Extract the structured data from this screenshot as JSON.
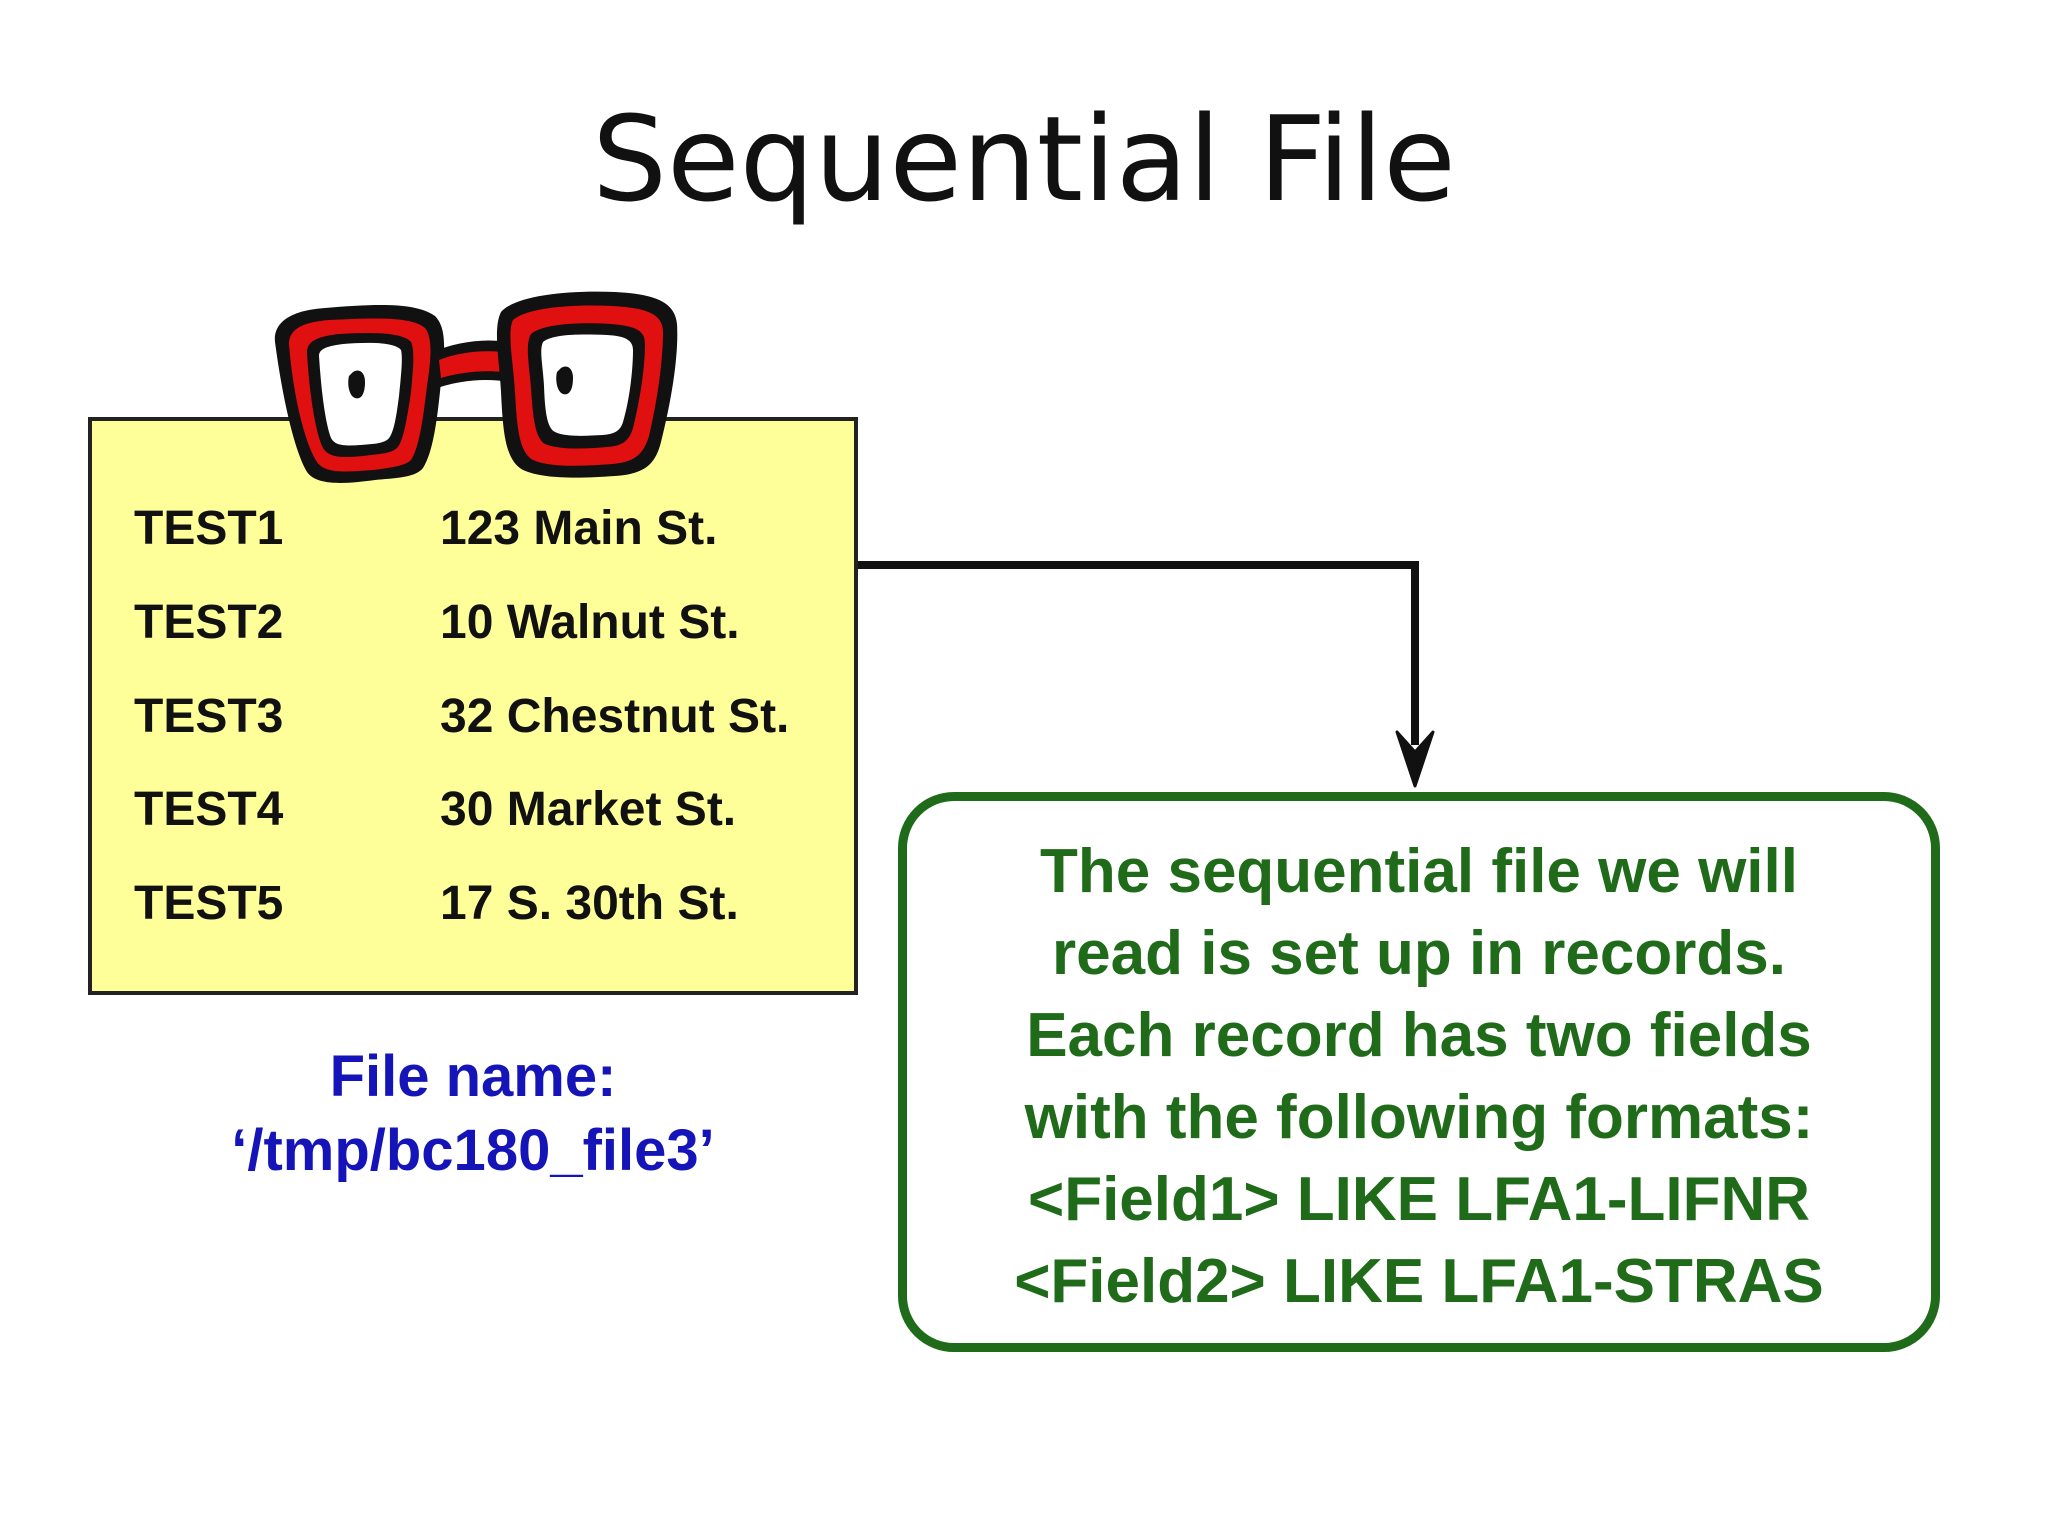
{
  "title": "Sequential File",
  "records": [
    {
      "field1": "TEST1",
      "field2": "123 Main St."
    },
    {
      "field1": "TEST2",
      "field2": "10 Walnut St."
    },
    {
      "field1": "TEST3",
      "field2": "32 Chestnut St."
    },
    {
      "field1": "TEST4",
      "field2": "30 Market St."
    },
    {
      "field1": "TEST5",
      "field2": "17 S. 30th St."
    }
  ],
  "file_name": {
    "label": "File name:",
    "value": "‘/tmp/bc180_file3’"
  },
  "callout": {
    "lines": [
      "The sequential file we will",
      "read is set up in records.",
      "Each record has two fields",
      "with the following formats:",
      "<Field1> LIKE LFA1-LIFNR",
      "<Field2> LIKE LFA1-STRAS"
    ]
  },
  "colors": {
    "card_fill": "#ffff99",
    "callout_green": "#1f6b1a",
    "file_name_blue": "#1414b8",
    "glasses_red": "#e01010"
  },
  "icons": {
    "glasses": "eyeglasses-icon"
  }
}
